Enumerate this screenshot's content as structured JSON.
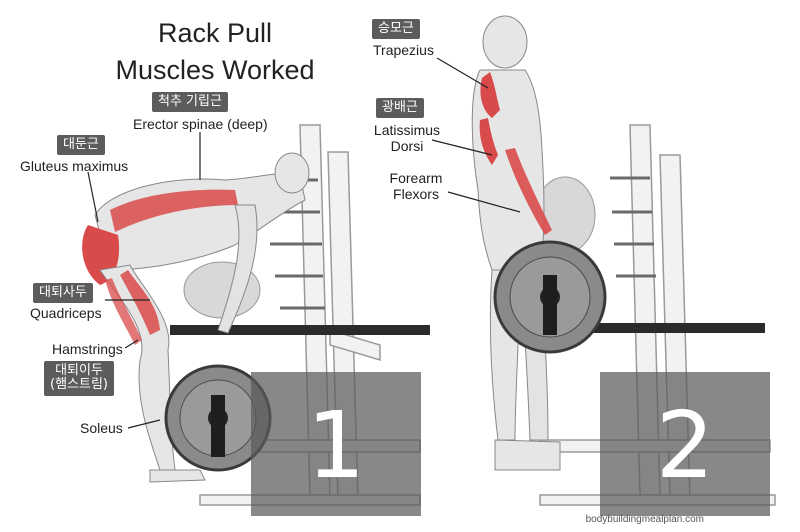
{
  "title_line1": "Rack Pull",
  "title_line2": "Muscles Worked",
  "muscles_left": [
    {
      "korean": "척추 기립근",
      "english": "Erector spinae (deep)"
    },
    {
      "korean": "대둔근",
      "english": "Gluteus maximus"
    },
    {
      "korean": "대퇴사두",
      "english": "Quadriceps"
    },
    {
      "korean": "",
      "english": "Hamstrings"
    },
    {
      "korean_line1": "대퇴이두",
      "korean_line2": "(햄스트림)"
    },
    {
      "korean": "",
      "english": "Soleus"
    }
  ],
  "muscles_right": [
    {
      "korean": "승모근",
      "english": "Trapezius"
    },
    {
      "korean": "광배근",
      "english_line1": "Latissimus",
      "english_line2": "Dorsi"
    },
    {
      "korean": "",
      "english_line1": "Forearm",
      "english_line2": "Flexors"
    }
  ],
  "steps": [
    "1",
    "2"
  ],
  "credit": "bodybuildingmealplan.com",
  "colors": {
    "muscle_highlight": "#d94a4a",
    "badge": "#5c5c5c",
    "step_overlay": "#5a5a5a",
    "skin": "#e6e6e6"
  }
}
